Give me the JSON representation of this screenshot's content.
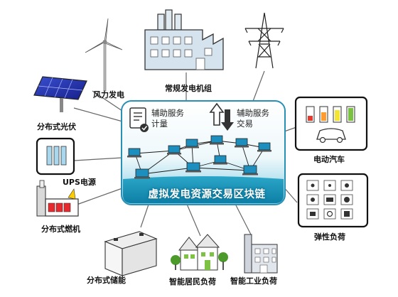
{
  "hub": {
    "title": "虚拟发电资源交易区块链",
    "service_left_line1": "辅助服务",
    "service_left_line2": "计量",
    "service_right_line1": "辅助服务",
    "service_right_line2": "交易"
  },
  "nodes": {
    "conventional_power": "常规发电机组",
    "wind_power": "风力发电",
    "distributed_pv": "分布式光伏",
    "ups": "UPS电源",
    "distributed_generator": "分布式燃机",
    "distributed_storage": "分布式储能",
    "smart_residential": "智能居民负荷",
    "smart_industrial": "智能工业负荷",
    "elastic_load": "弹性负荷",
    "electric_vehicle": "电动汽车"
  }
}
